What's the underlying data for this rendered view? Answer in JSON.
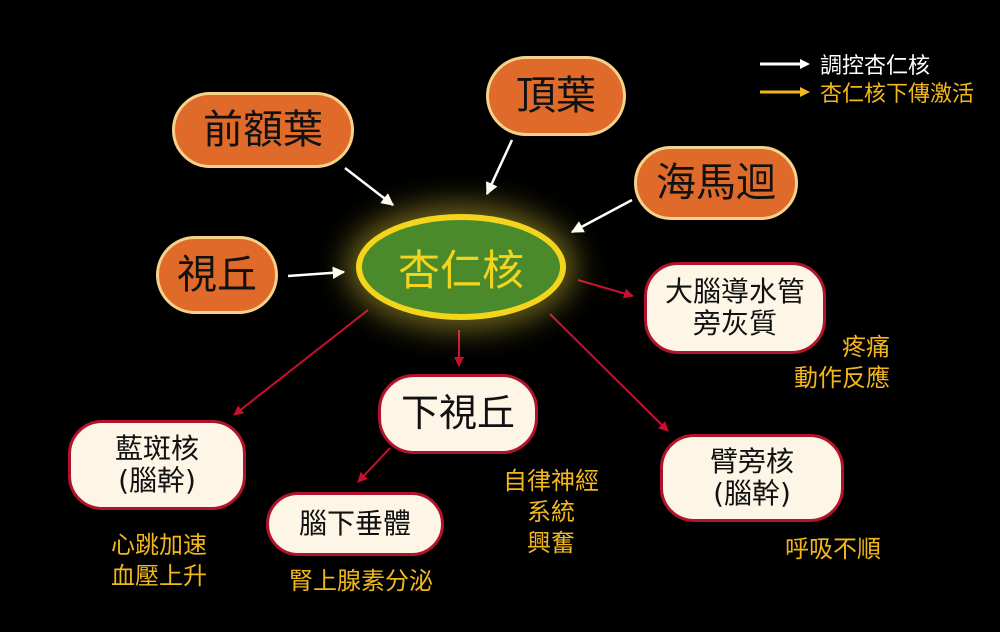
{
  "legend": {
    "items": [
      {
        "label": "調控杏仁核",
        "color": "#ffffff"
      },
      {
        "label": "杏仁核下傳激活",
        "color": "#f2b71c"
      }
    ]
  },
  "center": {
    "label": "杏仁核"
  },
  "inputs": {
    "prefrontal": "前額葉",
    "parietal": "頂葉",
    "hippocampus": "海馬迴",
    "thalamus": "視丘"
  },
  "outputs": {
    "locus_coeruleus": {
      "line1": "藍斑核",
      "line2": "(腦幹)"
    },
    "hypothalamus": "下視丘",
    "pituitary": "腦下垂體",
    "pag": {
      "line1": "大腦導水管",
      "line2": "旁灰質"
    },
    "parabrachial": {
      "line1": "臂旁核",
      "line2": "(腦幹)"
    }
  },
  "effects": {
    "locus_coeruleus": [
      "心跳加速",
      "血壓上升"
    ],
    "pituitary": [
      "腎上腺素分泌"
    ],
    "hypothalamus": [
      "自律神經",
      "系統",
      "興奮"
    ],
    "pag": [
      "疼痛",
      "動作反應"
    ],
    "parabrachial": [
      "呼吸不順"
    ]
  },
  "colors": {
    "input_arrow": "#ffffff",
    "output_arrow": "#c8102e",
    "effect_text": "#f2b71c",
    "center_fill": "#4b8a2a",
    "center_border": "#f3d51e",
    "input_node_fill": "#e06a2a",
    "output_node_fill": "#fdf5e6"
  }
}
